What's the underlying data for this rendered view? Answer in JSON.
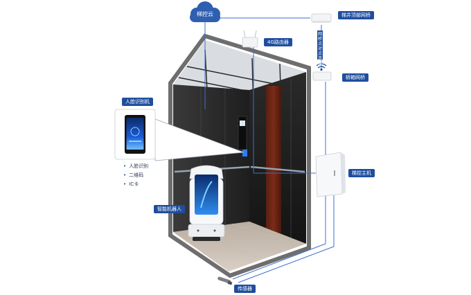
{
  "labels": {
    "cloud": "梯控云",
    "shaft_top_bridge": "梯井顶部网桥",
    "router_4g": "4G路由器",
    "cabin_bridge": "轿箱网桥",
    "face_device": "人脸识别机",
    "controller": "梯控主机",
    "robot": "智能机器人",
    "sensor": "传感器",
    "bridge_link": "网桥点对点连接"
  },
  "features": [
    "人脸识别",
    "二维码",
    "IC卡"
  ],
  "colors": {
    "accent": "#1f4e9e",
    "cloud": "#2f5fb0",
    "line": "#3b6fd0",
    "frame": "#6e6e6e"
  }
}
